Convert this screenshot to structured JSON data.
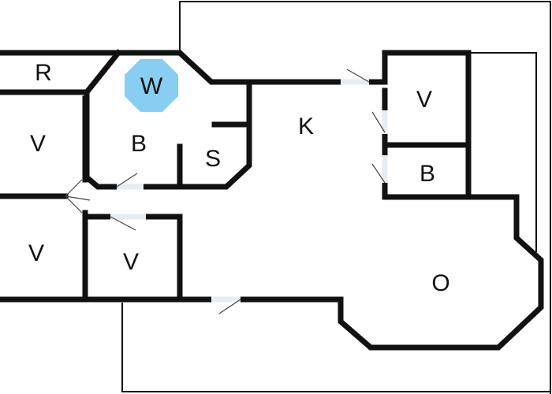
{
  "rooms": {
    "r": "R",
    "w": "W",
    "v_left_upper": "V",
    "b_center": "B",
    "s": "S",
    "k": "K",
    "v_right_upper": "V",
    "b_right": "B",
    "v_left_lower": "V",
    "v_lower_center": "V",
    "o": "O"
  },
  "colors": {
    "wall": "#111111",
    "highlight": "#87cef2",
    "background": "#ffffff"
  }
}
